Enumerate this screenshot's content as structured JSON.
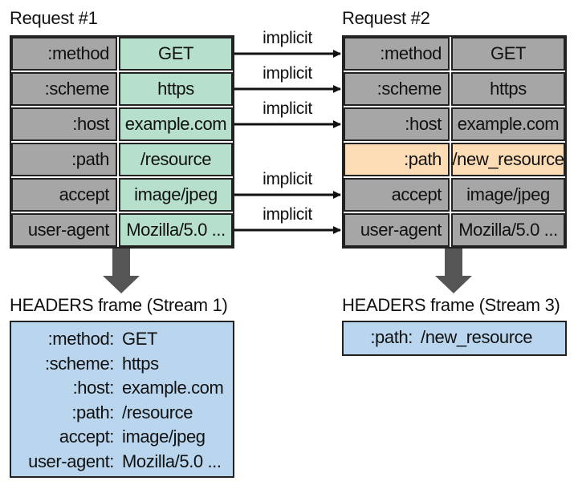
{
  "request1": {
    "title": "Request #1",
    "rows": [
      {
        "key": ":method",
        "value": "GET"
      },
      {
        "key": ":scheme",
        "value": "https"
      },
      {
        "key": ":host",
        "value": "example.com"
      },
      {
        "key": ":path",
        "value": "/resource"
      },
      {
        "key": "accept",
        "value": "image/jpeg"
      },
      {
        "key": "user-agent",
        "value": "Mozilla/5.0 ..."
      }
    ]
  },
  "request2": {
    "title": "Request #2",
    "rows": [
      {
        "key": ":method",
        "value": "GET"
      },
      {
        "key": ":scheme",
        "value": "https"
      },
      {
        "key": ":host",
        "value": "example.com"
      },
      {
        "key": ":path",
        "value": "/new_resource",
        "changed": true
      },
      {
        "key": "accept",
        "value": "image/jpeg"
      },
      {
        "key": "user-agent",
        "value": "Mozilla/5.0 ..."
      }
    ]
  },
  "arrows": {
    "label": "implicit"
  },
  "frame1": {
    "title": "HEADERS frame (Stream 1)",
    "rows": [
      {
        "key": ":method:",
        "value": "GET"
      },
      {
        "key": ":scheme:",
        "value": "https"
      },
      {
        "key": ":host:",
        "value": "example.com"
      },
      {
        "key": ":path:",
        "value": "/resource"
      },
      {
        "key": "accept:",
        "value": "image/jpeg"
      },
      {
        "key": "user-agent:",
        "value": "Mozilla/5.0 ..."
      }
    ]
  },
  "frame3": {
    "title": "HEADERS frame (Stream 3)",
    "rows": [
      {
        "key": ":path:",
        "value": "/new_resource"
      }
    ]
  },
  "colors": {
    "key_gray": "#a6a6a6",
    "value_green": "#b6e0cc",
    "changed_orange": "#fcdcb4",
    "frame_blue": "#b9d6ee",
    "arrow_gray": "#555555"
  }
}
